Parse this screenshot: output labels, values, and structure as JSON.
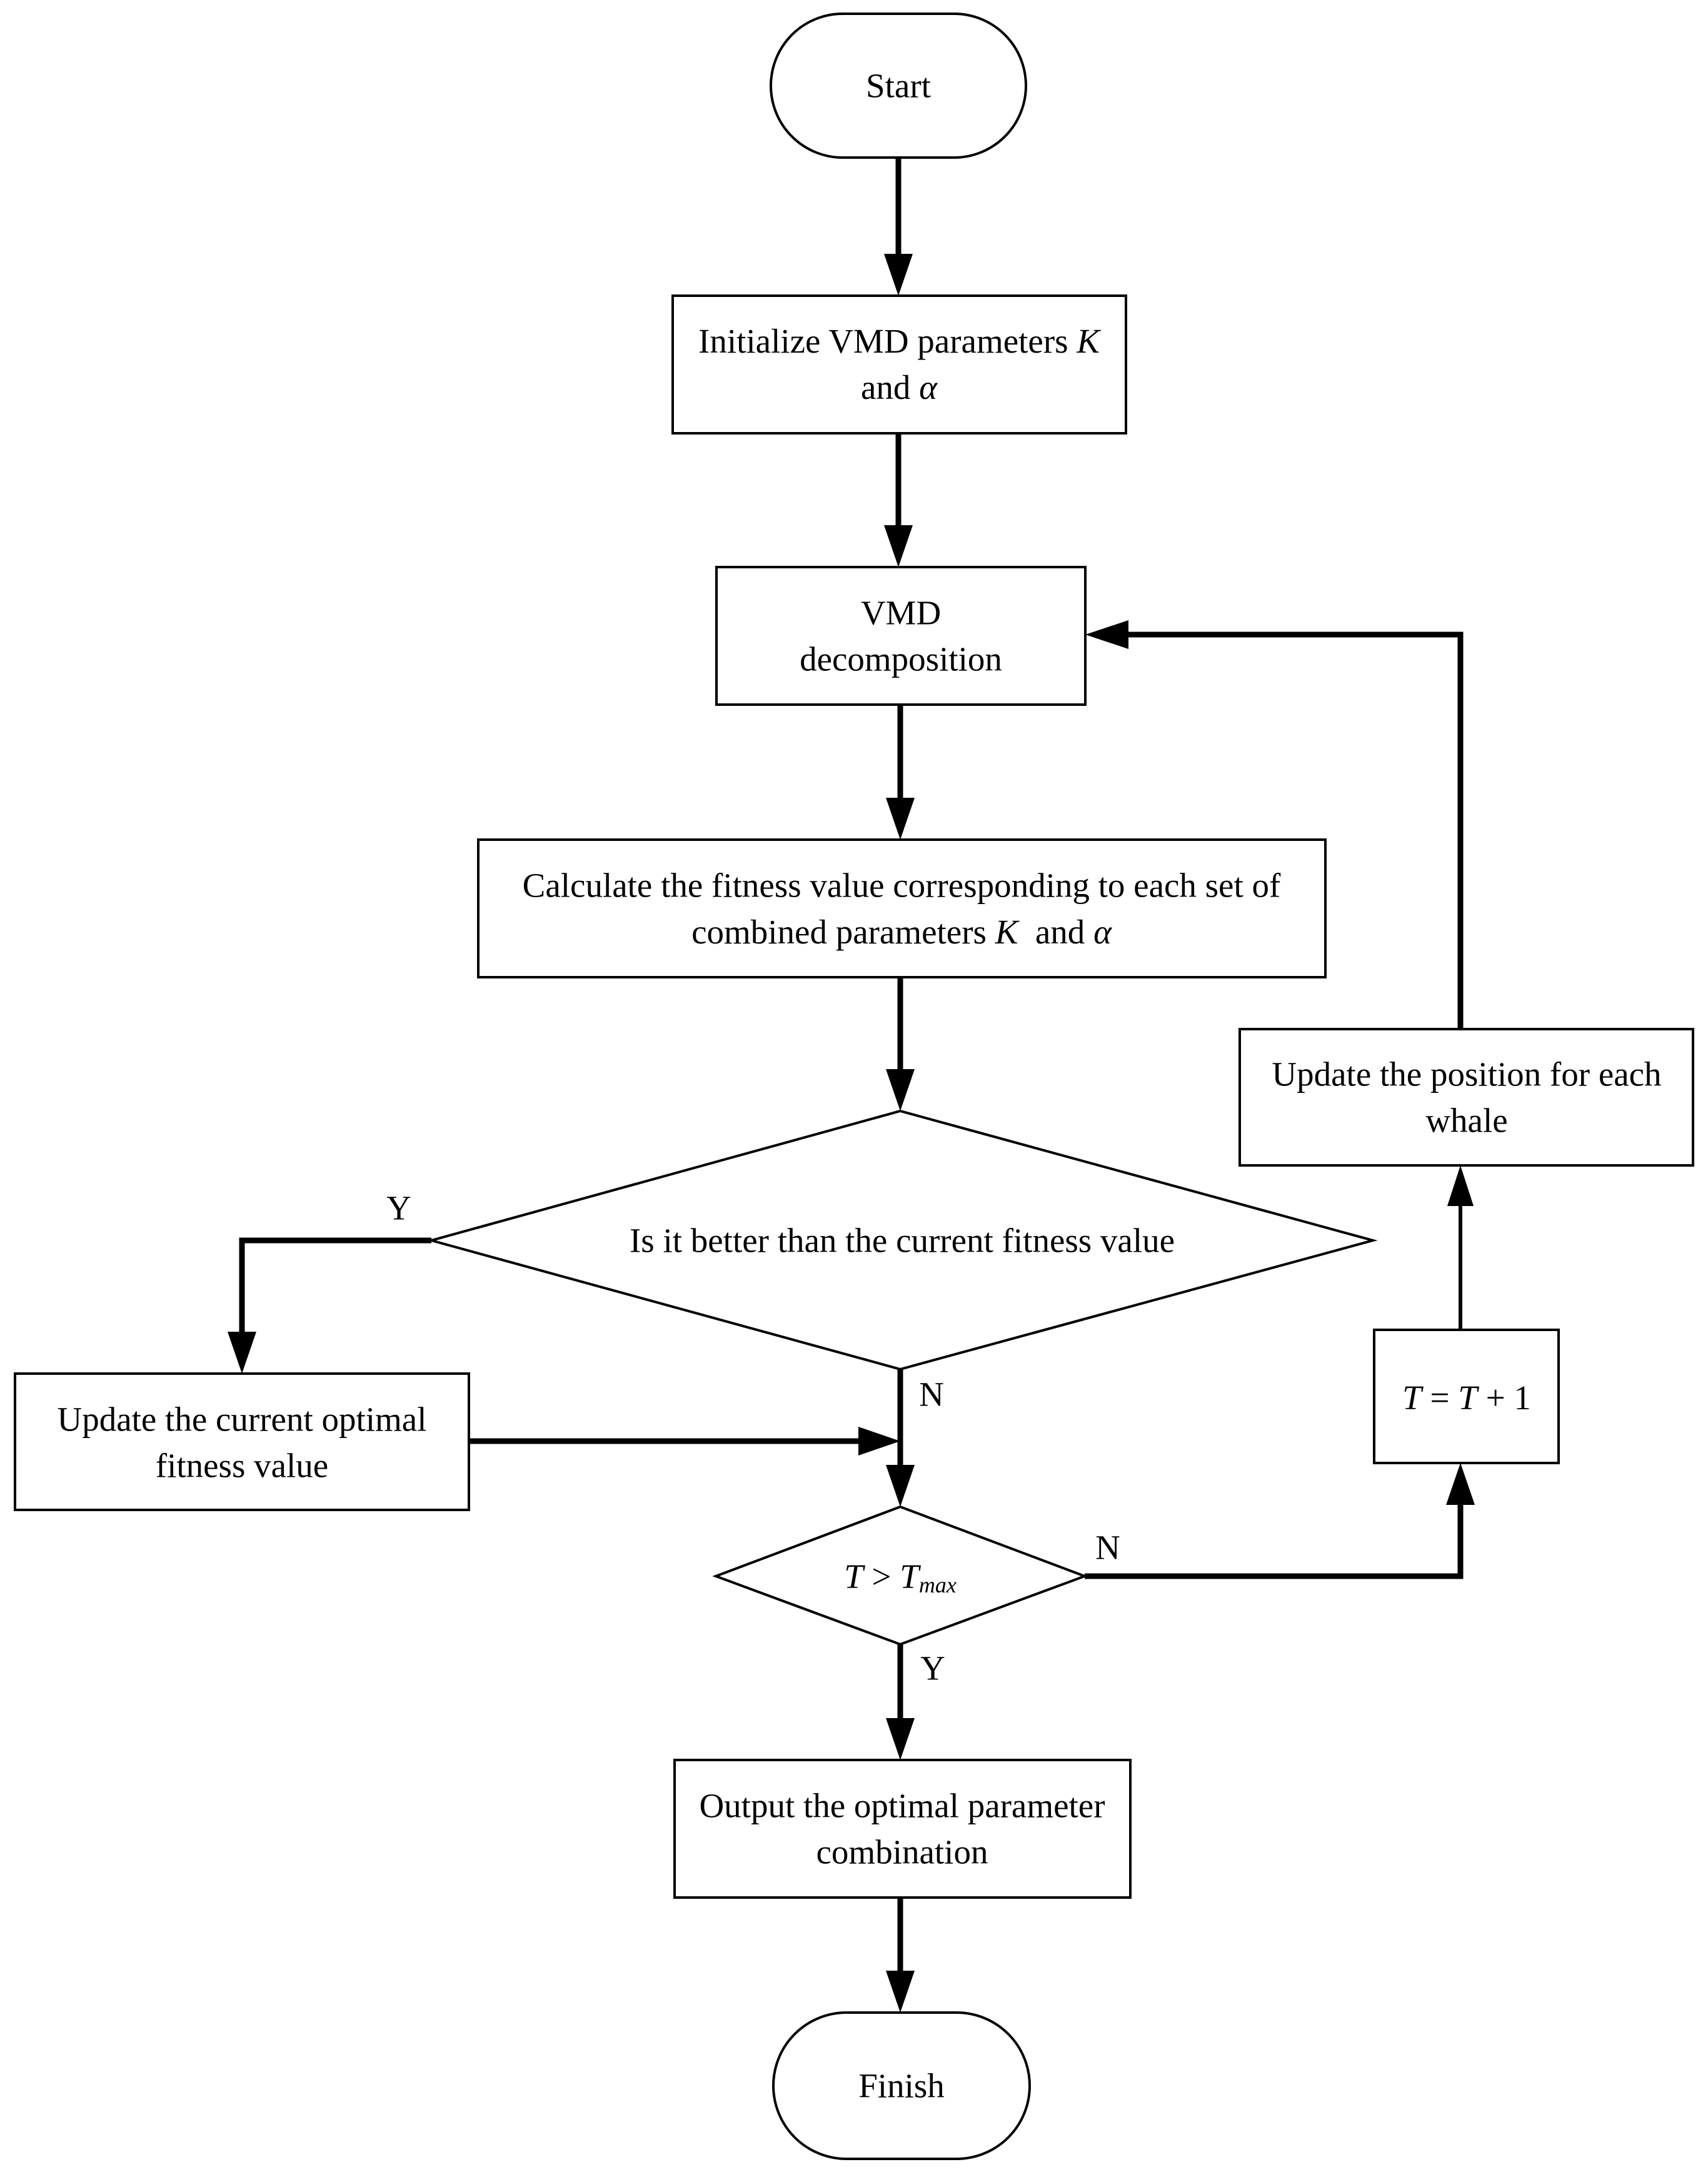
{
  "nodes": {
    "start": {
      "label": "Start"
    },
    "init": {
      "line1": "Initialize VMD parameters ",
      "k": "K",
      "line2_pre": "and ",
      "alpha": "α"
    },
    "vmd": {
      "line1": "VMD",
      "line2": "decomposition"
    },
    "calc": {
      "line1": "Calculate the fitness value corresponding to each set of",
      "line2_pre": "combined parameters ",
      "k": "K",
      "mid": "  and ",
      "alpha": "α"
    },
    "better": {
      "label": "Is it better than the current fitness value"
    },
    "update_opt": {
      "line1": "Update the current optimal",
      "line2": "fitness value"
    },
    "check": {
      "t": "T",
      "op": " > ",
      "tmax": "T",
      "sub": "max"
    },
    "increment": {
      "t1": "T",
      "eq": " = ",
      "t2": "T",
      "plus": " + 1"
    },
    "update_pos": {
      "line1": "Update the position for each",
      "line2": "whale"
    },
    "output": {
      "line1": "Output the optimal parameter",
      "line2": "combination"
    },
    "finish": {
      "label": "Finish"
    }
  },
  "edge_labels": {
    "better_yes": "Y",
    "better_no": "N",
    "check_no": "N",
    "check_yes": "Y"
  }
}
